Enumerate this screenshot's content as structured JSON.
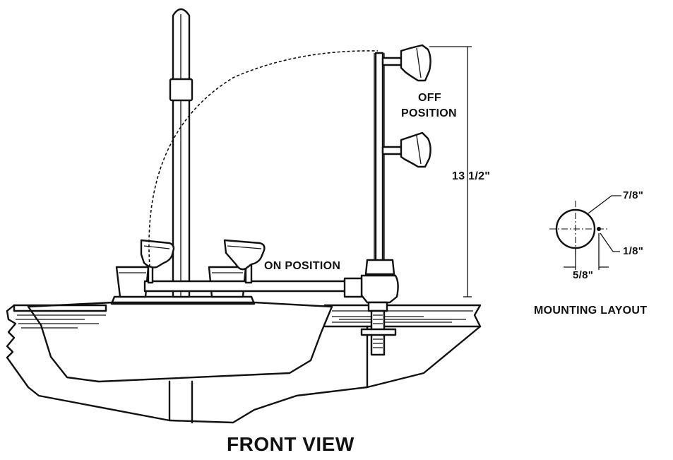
{
  "labels": {
    "off_position": [
      "OFF",
      "POSITION"
    ],
    "on_position": "ON POSITION",
    "height_dim": "13 1/2\"",
    "hole_diameter": "7/8\"",
    "offset_small": "1/8\"",
    "spacing": "5/8\"",
    "mounting_layout": "MOUNTING LAYOUT",
    "front_view": "FRONT VIEW"
  }
}
